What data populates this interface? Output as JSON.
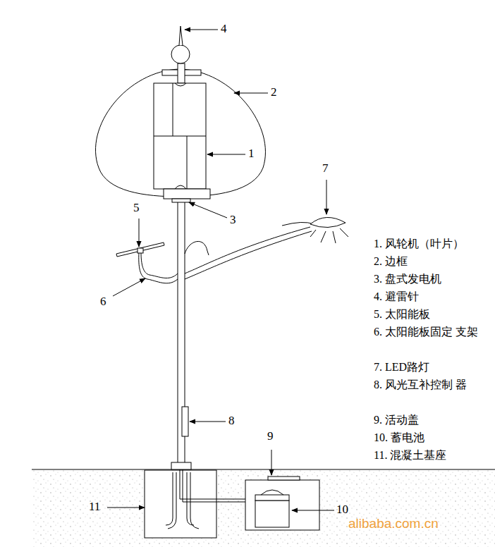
{
  "diagram": {
    "labels": [
      "1",
      "2",
      "3",
      "4",
      "5",
      "6",
      "7",
      "8",
      "9",
      "10",
      "11",
      "1. 风轮机（叶片）",
      "2. 边框",
      "3. 盘式发电机",
      "4. 避雷针",
      "5. 太阳能板",
      "6. 太阳能板固定 支架",
      "7. LED路灯",
      "8. 风光互补控制 器",
      "9. 活动盖",
      "10. 蓄电池",
      "11. 混凝土基座",
      "alibaba.com.cn"
    ]
  }
}
